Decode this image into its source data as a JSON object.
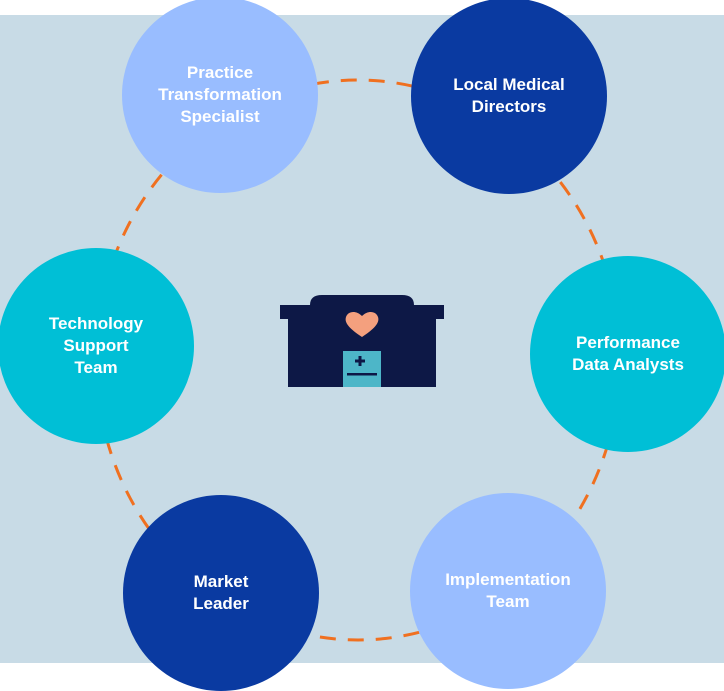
{
  "diagram": {
    "nodes": [
      {
        "id": "practice",
        "label": "Practice\nTransformation\nSpecialist",
        "color": "#99bdff"
      },
      {
        "id": "medical",
        "label": "Local Medical\nDirectors",
        "color": "#0a3aa1"
      },
      {
        "id": "performance",
        "label": "Performance\nData Analysts",
        "color": "#00bfd6"
      },
      {
        "id": "implementation",
        "label": "Implementation\nTeam",
        "color": "#99bdff"
      },
      {
        "id": "market",
        "label": "Market\nLeader",
        "color": "#0a3aa1"
      },
      {
        "id": "technology",
        "label": "Technology\nSupport\nTeam",
        "color": "#00bfd6"
      }
    ],
    "center_icon": "hospital-heart-icon",
    "colors": {
      "background_panel": "#c8dbe6",
      "dashed_ring": "#f07020",
      "building": "#0d1846",
      "door": "#4db6c8",
      "heart": "#f4a07e"
    }
  }
}
